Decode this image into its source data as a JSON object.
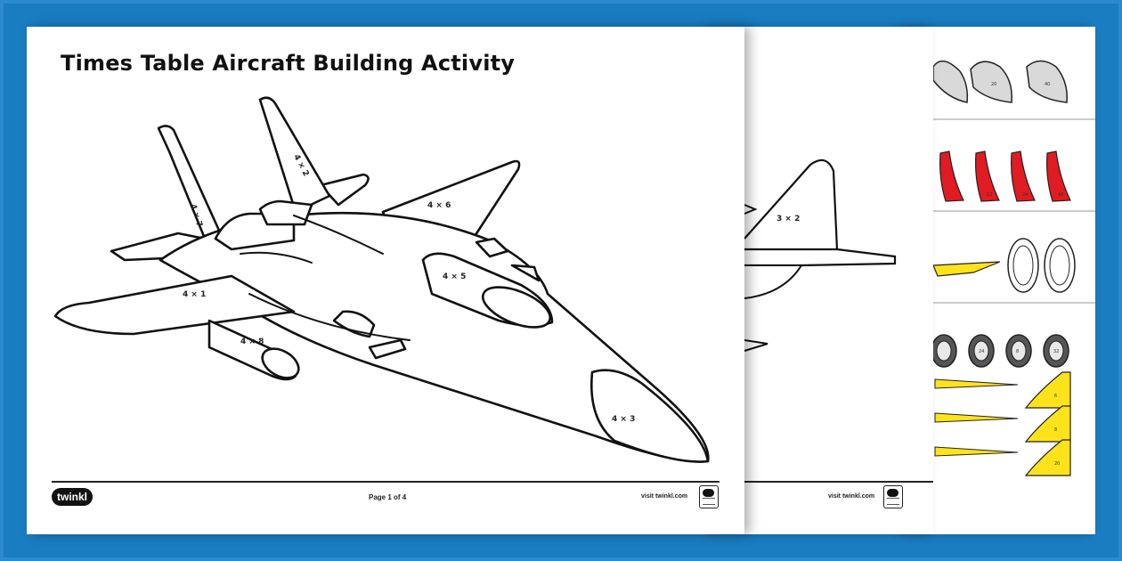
{
  "main_sheet": {
    "title": "Times Table Aircraft Building Activity",
    "page_number": "Page 1 of 4",
    "visit": "visit twinkl.com",
    "logo_text": "twinkl"
  },
  "jet_labels": {
    "tail_left": "4 × 7",
    "tail_right": "4 × 2",
    "wing_right": "4 × 6",
    "wing_left": "4 × 1",
    "intake": "4 × 5",
    "tank": "4 × 8",
    "nose": "4 × 3"
  },
  "second_sheet": {
    "tail_label": "3 × 2",
    "visit": "visit twinkl.com"
  },
  "third_sheet": {
    "canopy_values": [
      "20",
      "40"
    ],
    "fin_values": [
      "",
      "12",
      "24",
      "48"
    ],
    "wheel_values": [
      "",
      "24",
      "8",
      "32"
    ],
    "wedge_values": [
      "6",
      "8",
      "20"
    ]
  },
  "colors": {
    "background": "#1a7cc1",
    "red_fin": "#e11b22",
    "yellow_part": "#ffe31a",
    "grey_part": "#d9d9d9"
  }
}
